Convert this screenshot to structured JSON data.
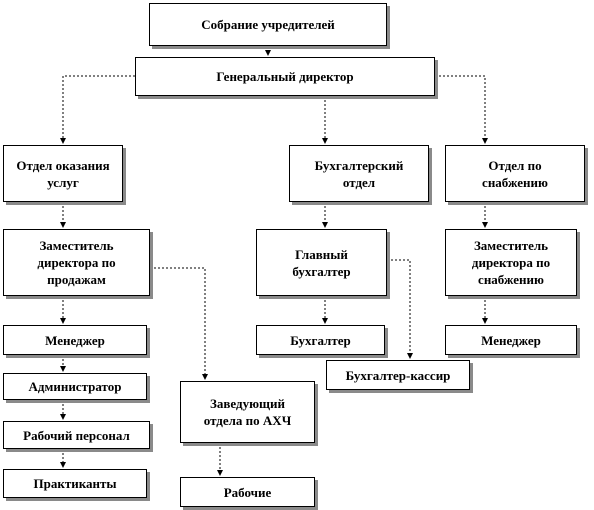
{
  "diagram": {
    "nodes": {
      "founders": "Собрание учредителей",
      "director": "Генеральный директор",
      "services": "Отдел оказания\nуслуг",
      "accounting": "Бухгалтерский\nотдел",
      "supply": "Отдел по\nснабжению",
      "deputy_sales": "Заместитель\nдиректора по\nпродажам",
      "chief_accountant": "Главный\nбухгалтер",
      "deputy_supply": "Заместитель\nдиректора по\nснабжению",
      "manager_sales": "Менеджер",
      "accountant": "Бухгалтер",
      "manager_supply": "Менеджер",
      "cashier_accountant": "Бухгалтер-кассир",
      "administrator": "Администратор",
      "head_ahch": "Заведующий\nотдела по АХЧ",
      "staff": "Рабочий персонал",
      "interns": "Практиканты",
      "workers": "Рабочие"
    },
    "edges": [
      [
        "founders",
        "director"
      ],
      [
        "director",
        "services"
      ],
      [
        "director",
        "accounting"
      ],
      [
        "director",
        "supply"
      ],
      [
        "services",
        "deputy_sales"
      ],
      [
        "accounting",
        "chief_accountant"
      ],
      [
        "supply",
        "deputy_supply"
      ],
      [
        "deputy_sales",
        "manager_sales"
      ],
      [
        "deputy_sales",
        "head_ahch"
      ],
      [
        "chief_accountant",
        "accountant"
      ],
      [
        "chief_accountant",
        "cashier_accountant"
      ],
      [
        "deputy_supply",
        "manager_supply"
      ],
      [
        "manager_sales",
        "administrator"
      ],
      [
        "administrator",
        "staff"
      ],
      [
        "staff",
        "interns"
      ],
      [
        "head_ahch",
        "workers"
      ]
    ]
  }
}
